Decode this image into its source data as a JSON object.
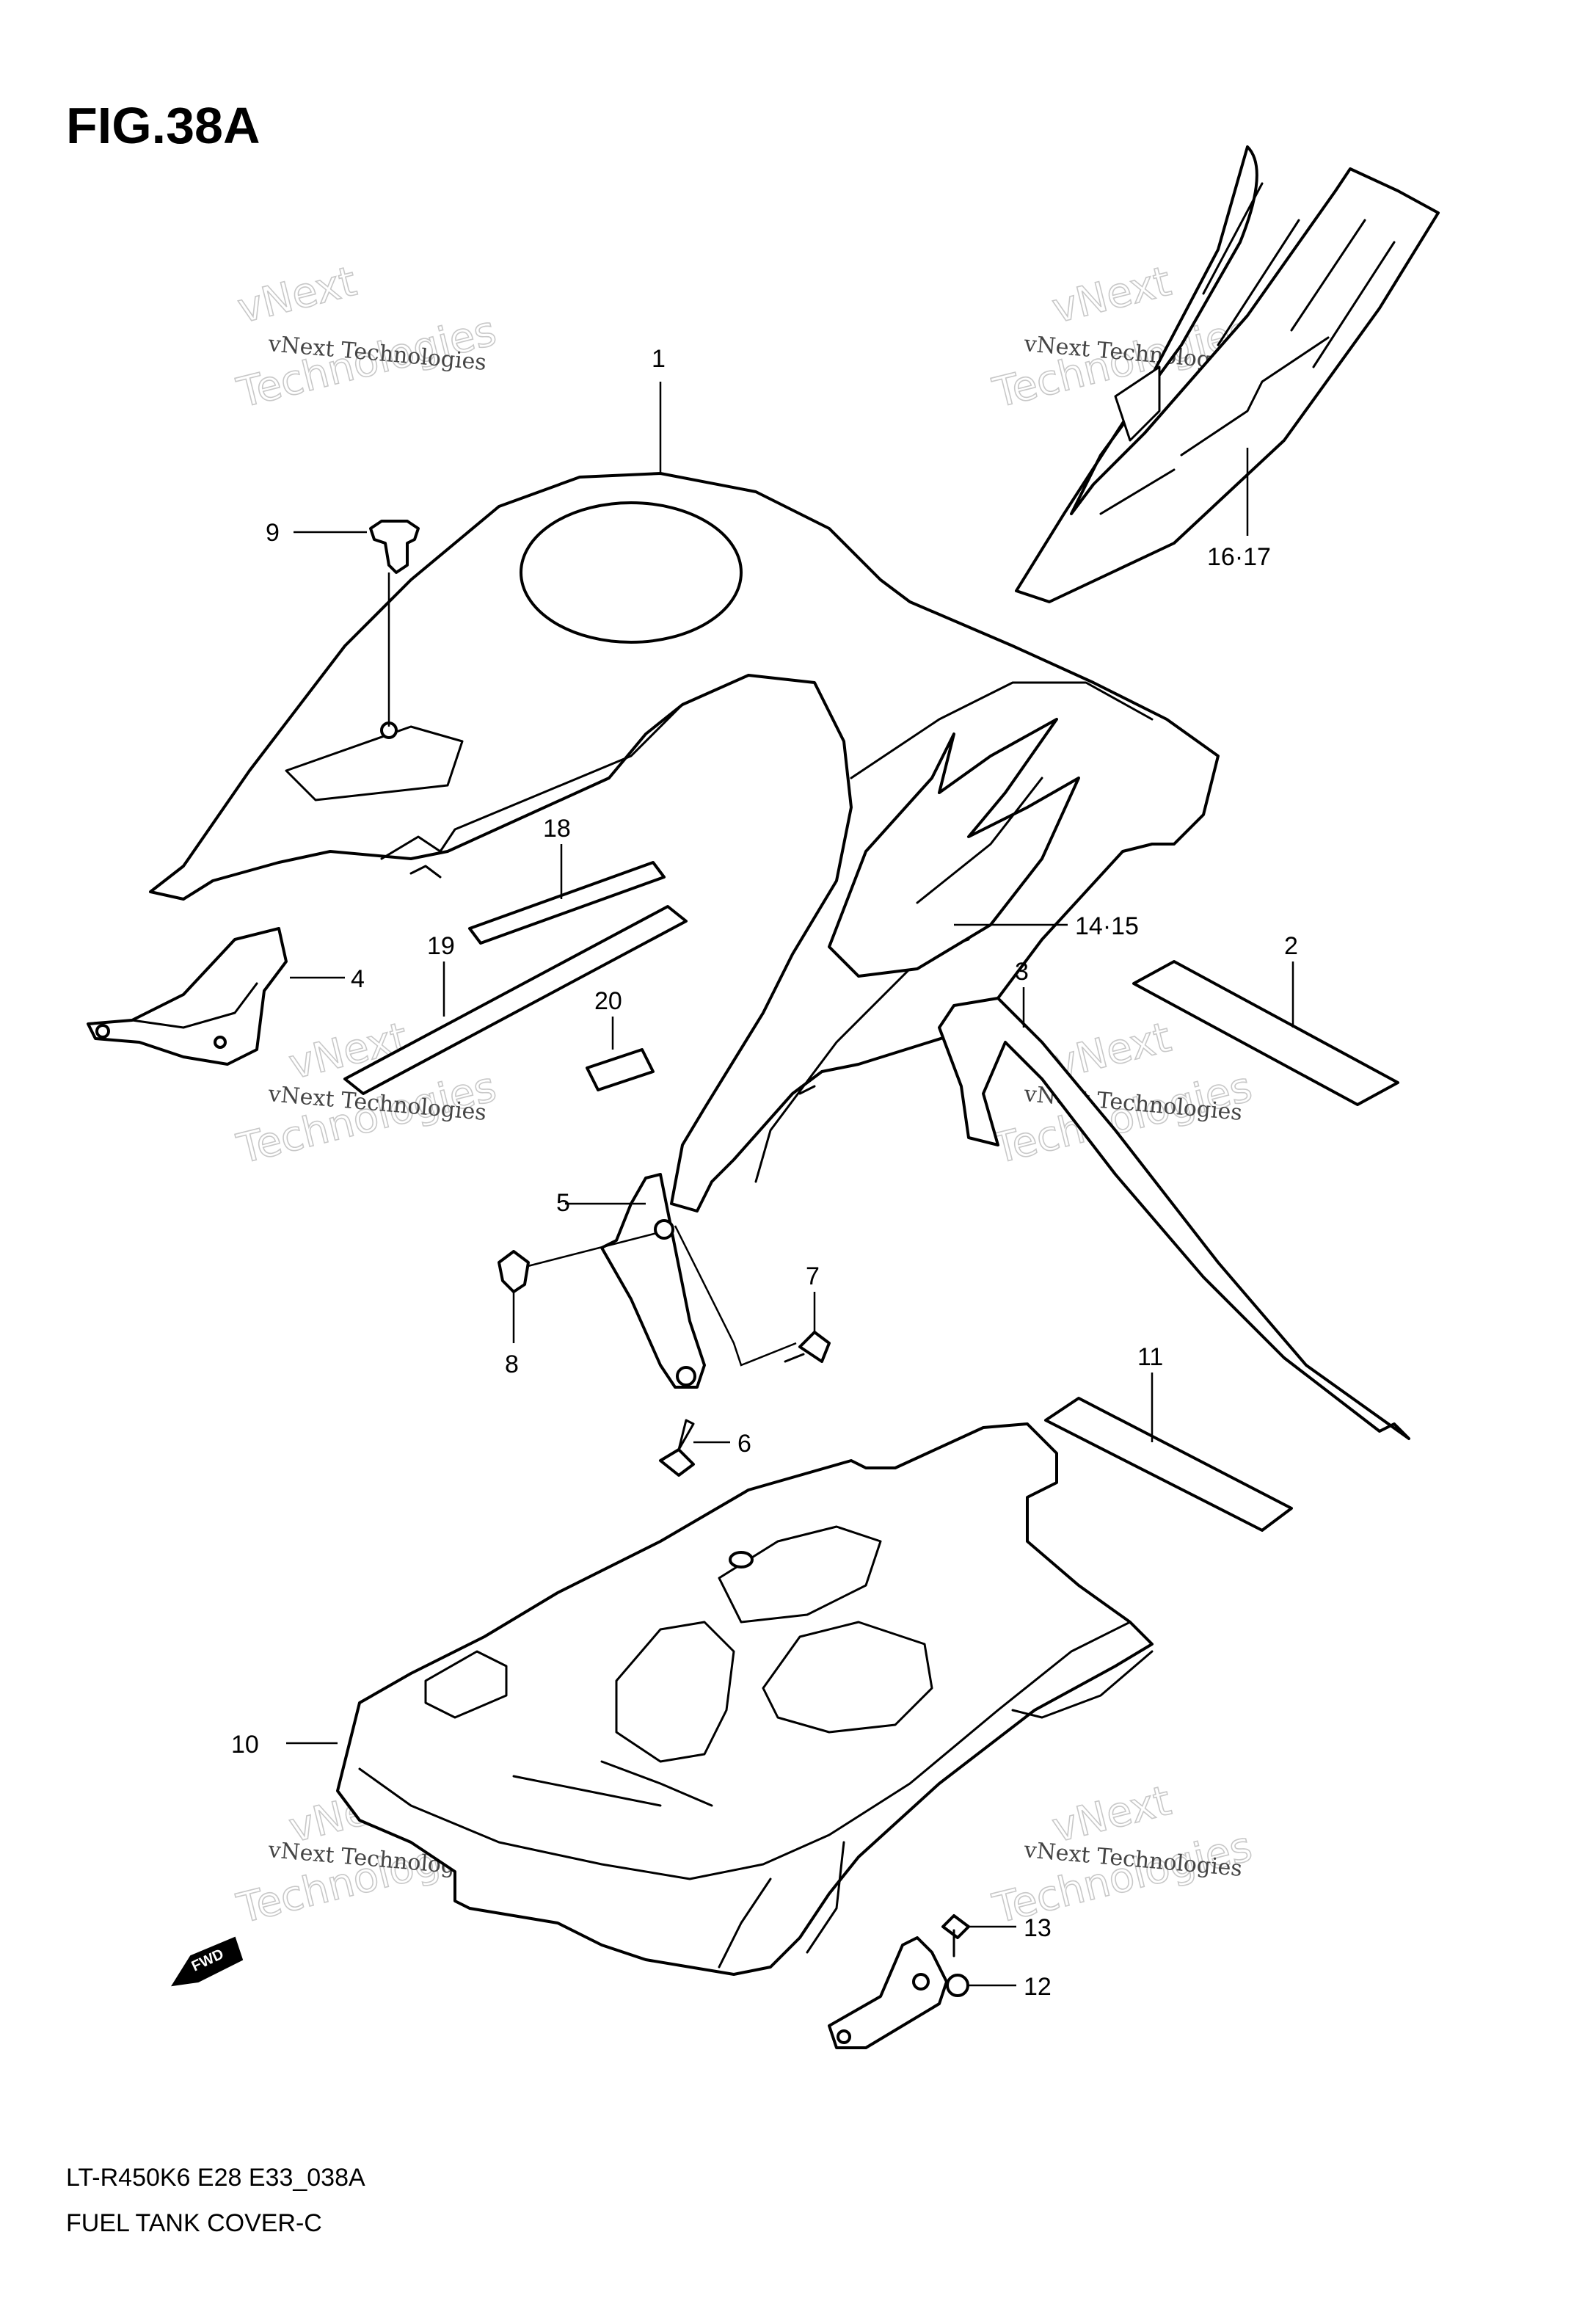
{
  "figure": {
    "title": "FIG.38A",
    "model_code": "LT-R450K6 E28 E33_038A",
    "name": "FUEL TANK COVER-C"
  },
  "watermark": {
    "line1": "vNext Technologies",
    "line2": "vNext",
    "line3": "Technologies"
  },
  "callouts": [
    {
      "id": "c1",
      "text": "1"
    },
    {
      "id": "c2",
      "text": "2"
    },
    {
      "id": "c3",
      "text": "3"
    },
    {
      "id": "c4",
      "text": "4"
    },
    {
      "id": "c5",
      "text": "5"
    },
    {
      "id": "c6",
      "text": "6"
    },
    {
      "id": "c7",
      "text": "7"
    },
    {
      "id": "c8",
      "text": "8"
    },
    {
      "id": "c9",
      "text": "9"
    },
    {
      "id": "c10",
      "text": "10"
    },
    {
      "id": "c11",
      "text": "11"
    },
    {
      "id": "c12",
      "text": "12"
    },
    {
      "id": "c13",
      "text": "13"
    },
    {
      "id": "c14",
      "text": "14·15"
    },
    {
      "id": "c16",
      "text": "16·17"
    },
    {
      "id": "c18",
      "text": "18"
    },
    {
      "id": "c19",
      "text": "19"
    },
    {
      "id": "c20",
      "text": "20"
    }
  ],
  "fwd_marker": {
    "text": "FWD"
  }
}
